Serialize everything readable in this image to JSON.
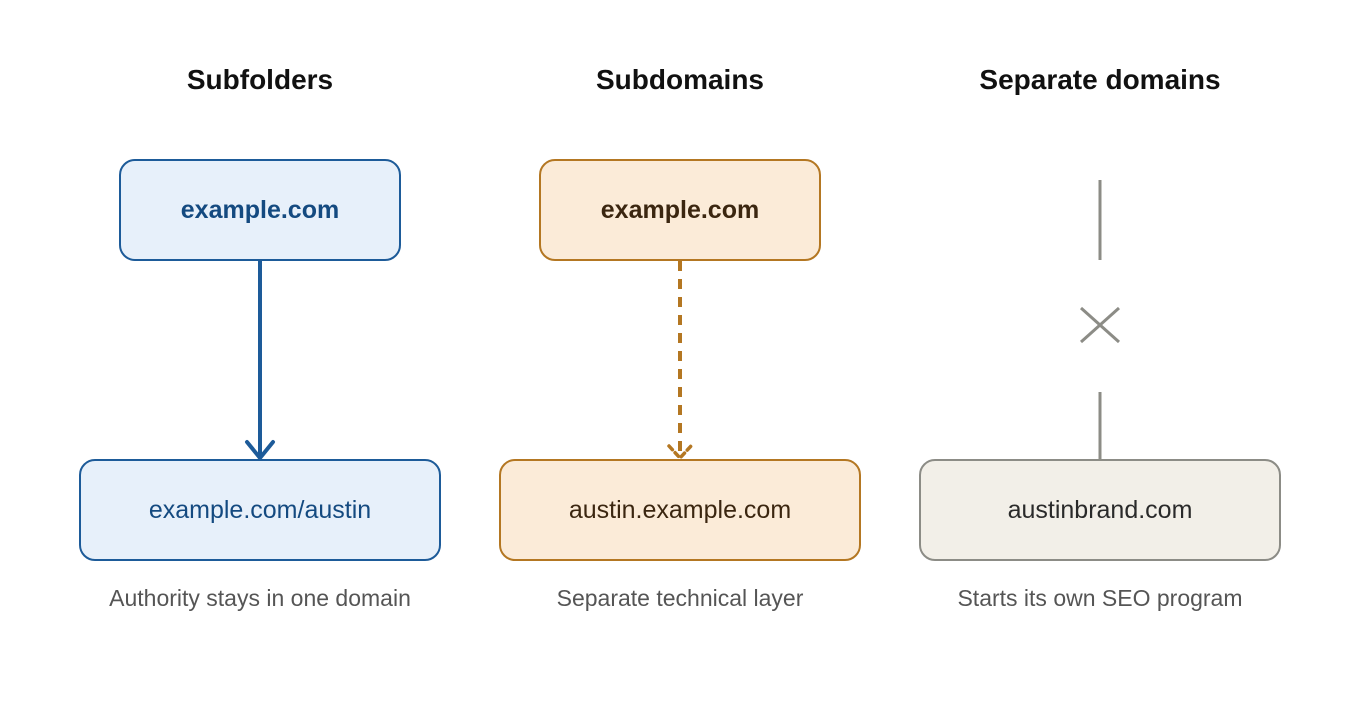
{
  "columns": [
    {
      "heading": "Subfolders",
      "top_box": "example.com",
      "bottom_box": "example.com/austin",
      "caption": "Authority stays in one domain",
      "connector": "solid-arrow",
      "color": "#1d5b99"
    },
    {
      "heading": "Subdomains",
      "top_box": "example.com",
      "bottom_box": "austin.example.com",
      "caption": "Separate technical layer",
      "connector": "dashed-arrow",
      "color": "#b47722"
    },
    {
      "heading": "Separate domains",
      "top_box": "",
      "bottom_box": "austinbrand.com",
      "caption": "Starts its own SEO program",
      "connector": "broken-line-with-x",
      "color": "#8c8c86"
    }
  ]
}
